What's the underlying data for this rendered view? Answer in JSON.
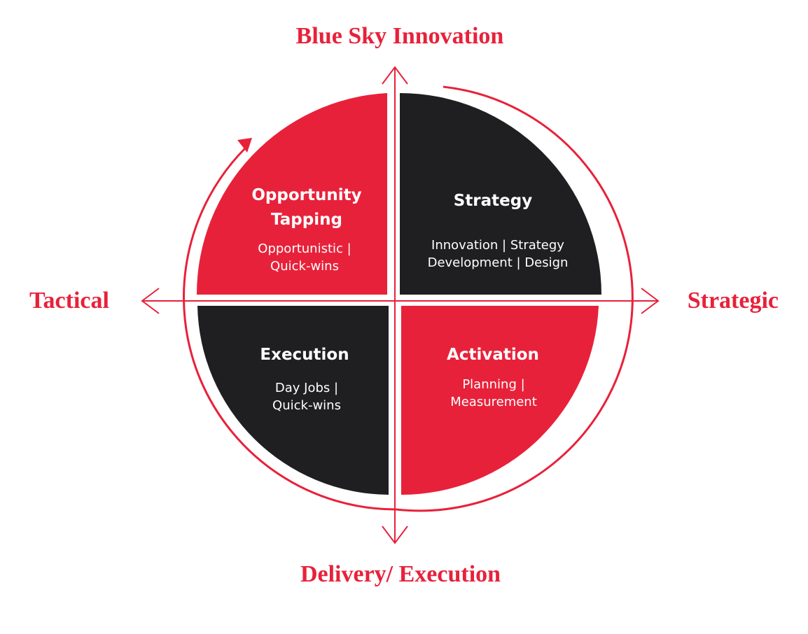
{
  "axes": {
    "top": "Blue Sky Innovation",
    "bottom": "Delivery/ Execution",
    "left": "Tactical",
    "right": "Strategic"
  },
  "quadrants": {
    "top_left": {
      "title_lines": [
        "Opportunity",
        "Tapping"
      ],
      "sub_lines": [
        "Opportunistic |",
        "Quick-wins"
      ]
    },
    "top_right": {
      "title_lines": [
        "Strategy"
      ],
      "sub_lines": [
        "Innovation | Strategy",
        "Development | Design"
      ]
    },
    "bottom_left": {
      "title_lines": [
        "Execution"
      ],
      "sub_lines": [
        "Day Jobs |",
        "Quick-wins"
      ]
    },
    "bottom_right": {
      "title_lines": [
        "Activation"
      ],
      "sub_lines": [
        "Planning |",
        "Measurement"
      ]
    }
  },
  "colors": {
    "red": "#e8213a",
    "dark": "#1f1f21"
  }
}
